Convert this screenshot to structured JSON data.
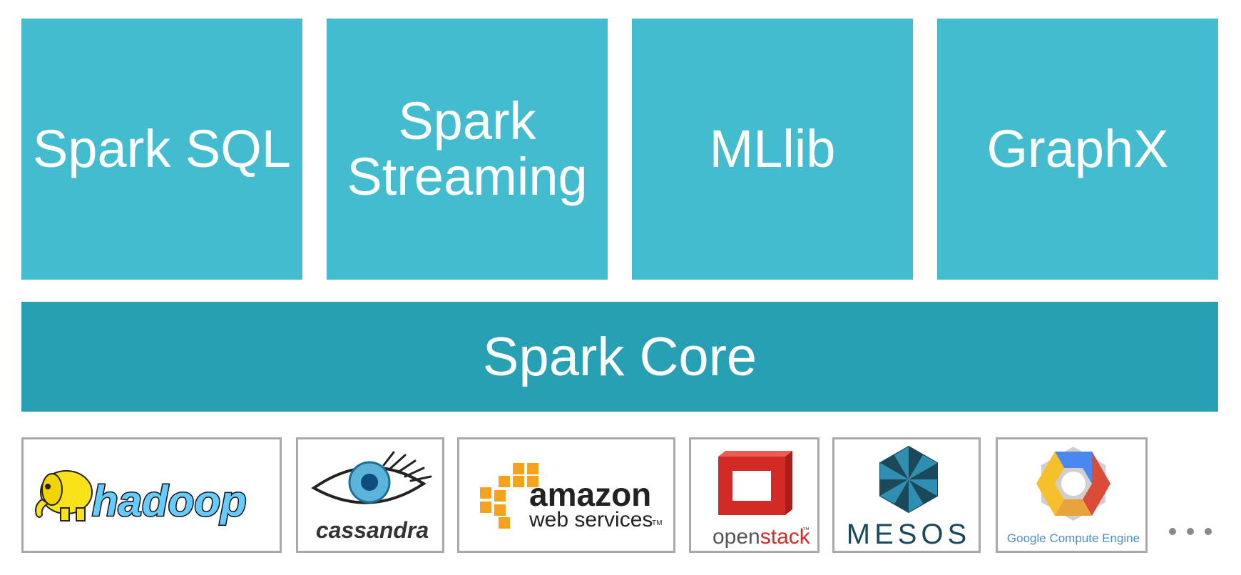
{
  "libraries": [
    {
      "lines": [
        "Spark SQL"
      ]
    },
    {
      "lines": [
        "Spark",
        "Streaming"
      ]
    },
    {
      "lines": [
        "MLlib"
      ]
    },
    {
      "lines": [
        "GraphX"
      ]
    }
  ],
  "core": {
    "label": "Spark Core"
  },
  "platforms": {
    "hadoop": {
      "text": "hadoop"
    },
    "cassandra": {
      "text": "cassandra"
    },
    "aws": {
      "line1": "amazon",
      "line2": "web services",
      "tm": "TM"
    },
    "openstack": {
      "part1": "open",
      "part2": "stack",
      "tm": "™"
    },
    "mesos": {
      "text": "MESOS"
    },
    "gce": {
      "text": "Google Compute Engine"
    }
  },
  "colors": {
    "library_block": "#44bccf",
    "core_block": "#27a0b3",
    "logo_border": "#a9a9a9",
    "hadoop_yellow": "#f9e21a",
    "hadoop_blue": "#66ccff",
    "aws_orange": "#f7a21b",
    "openstack_red": "#d22a26",
    "mesos_teal": "#1a4a5a",
    "gce_blue": "#4a87ee",
    "gce_red": "#dc4a38",
    "gce_yellow": "#f6c02b"
  },
  "icons": [
    "hadoop-elephant-icon",
    "cassandra-eye-icon",
    "aws-cubes-icon",
    "openstack-logo-icon",
    "mesos-hexagon-icon",
    "gce-hexagon-icon",
    "ellipsis-icon"
  ]
}
